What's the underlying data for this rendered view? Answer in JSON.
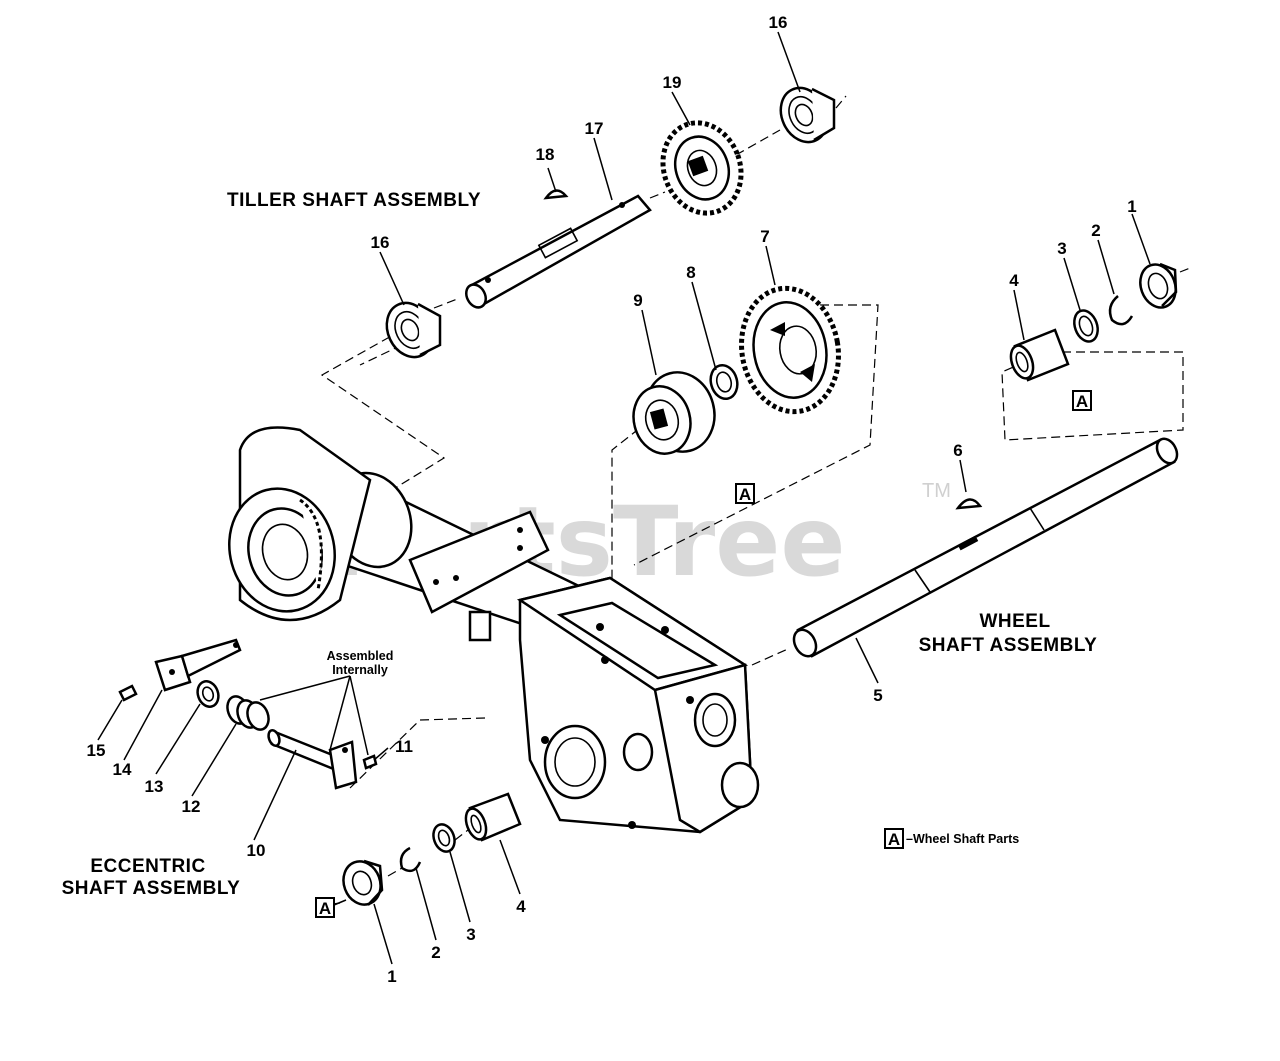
{
  "watermark": {
    "text": "PartsTree",
    "tm": "TM"
  },
  "assemblies": {
    "tiller": "TILLER SHAFT ASSEMBLY",
    "wheel_line1": "WHEEL",
    "wheel_line2": "SHAFT ASSEMBLY",
    "eccentric_line1": "ECCENTRIC",
    "eccentric_line2": "SHAFT ASSEMBLY"
  },
  "notes": {
    "assembled_line1": "Assembled",
    "assembled_line2": "Internally",
    "legend_marker": "A",
    "legend_text": "–Wheel Shaft Parts"
  },
  "markers": {
    "a": "A"
  },
  "callouts": {
    "p16_top": "16",
    "p19": "19",
    "p17": "17",
    "p18": "18",
    "p16_left": "16",
    "p7": "7",
    "p8": "8",
    "p9": "9",
    "p4_right": "4",
    "p3_right": "3",
    "p2_right": "2",
    "p1_right": "1",
    "p6": "6",
    "p5": "5",
    "p11": "11",
    "p15": "15",
    "p14": "14",
    "p13": "13",
    "p12": "12",
    "p10": "10",
    "p1_bottom": "1",
    "p2_bottom": "2",
    "p3_bottom": "3",
    "p4_bottom": "4"
  }
}
